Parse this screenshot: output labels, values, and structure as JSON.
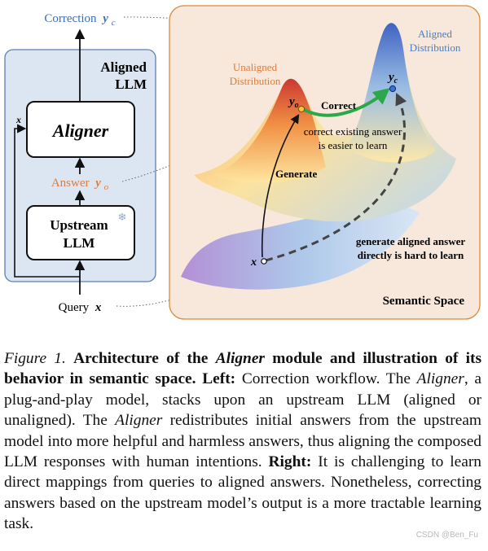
{
  "figure": {
    "left": {
      "correction_label": "Correction",
      "correction_var": "y",
      "correction_sub": "c",
      "panel_title_1": "Aligned",
      "panel_title_2": "LLM",
      "aligner_label": "Aligner",
      "answer_label": "Answer",
      "answer_var": "y",
      "answer_sub": "o",
      "upstream_1": "Upstream",
      "upstream_2": "LLM",
      "input_var": "x",
      "query_label": "Query",
      "query_var": "x"
    },
    "right": {
      "unaligned_1": "Unaligned",
      "unaligned_2": "Distribution",
      "aligned_1": "Aligned",
      "aligned_2": "Distribution",
      "correct_label": "Correct",
      "correct_note_1": "correct existing answer",
      "correct_note_2": "is easier to learn",
      "generate_label": "Generate",
      "direct_note_1": "generate aligned answer",
      "direct_note_2": "directly is hard to learn",
      "yo_var": "y",
      "yo_sub": "o",
      "yc_var": "y",
      "yc_sub": "c",
      "x_var": "x",
      "semantic_space": "Semantic Space"
    },
    "colors": {
      "left_panel_bg": "#dce6f2",
      "left_panel_border": "#5b7fb3",
      "right_panel_bg": "#f8e8dc",
      "right_panel_border": "#d98a3a",
      "unaligned_text": "#e07b39",
      "aligned_text": "#4a7dbf",
      "correct_arrow": "#2aa84a"
    }
  },
  "caption": {
    "figure_label": "Figure 1.",
    "title_bold_1": "Architecture of the ",
    "title_bold_italic": "Aligner",
    "title_bold_2": " module and illustration of its behavior in semantic space.",
    "left_label": "Left:",
    "left_text_1": " Correction workflow. The ",
    "aligner_1": "Aligner",
    "left_text_2": ", a plug-and-play model, stacks upon an upstream LLM (aligned or unaligned). The ",
    "aligner_2": "Aligner",
    "left_text_3": " redistributes initial answers from the upstream model into more helpful and harmless answers, thus aligning the composed LLM responses with human intentions. ",
    "right_label": "Right:",
    "right_text": " It is challenging to learn direct mappings from queries to aligned answers. Nonetheless, correcting answers based on the upstream model’s output is a more tractable learning task."
  },
  "watermark": "CSDN @Ben_Fu"
}
